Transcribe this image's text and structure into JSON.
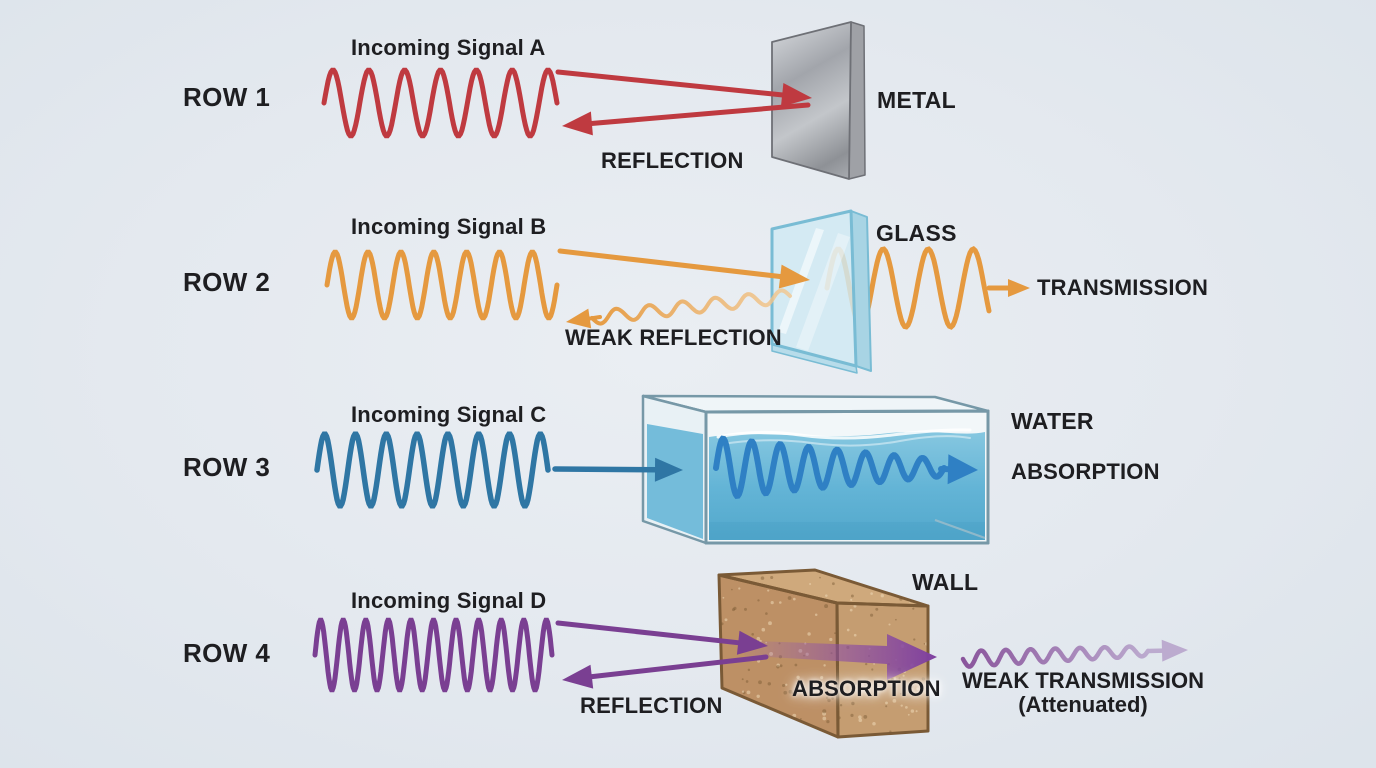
{
  "rows": [
    {
      "row_label": "ROW 1",
      "signal_label": "Incoming Signal A",
      "material": "METAL",
      "signal_color": "#bf3a40",
      "wave": {
        "cycles": 6.5,
        "amplitude": 33
      },
      "labels": {
        "reflection": "REFLECTION"
      }
    },
    {
      "row_label": "ROW 2",
      "signal_label": "Incoming Signal B",
      "material": "GLASS",
      "signal_color": "#e5993f",
      "wave": {
        "cycles": 7,
        "amplitude": 33
      },
      "labels": {
        "weak_reflection": "WEAK REFLECTION",
        "transmission": "TRANSMISSION"
      }
    },
    {
      "row_label": "ROW 3",
      "signal_label": "Incoming Signal C",
      "material": "WATER",
      "signal_color": "#2f76a4",
      "wave": {
        "cycles": 7.5,
        "amplitude": 36
      },
      "labels": {
        "absorption": "ABSORPTION"
      }
    },
    {
      "row_label": "ROW 4",
      "signal_label": "Incoming Signal D",
      "material": "WALL",
      "signal_color": "#7a3f92",
      "wave": {
        "cycles": 10.5,
        "amplitude": 35
      },
      "labels": {
        "reflection": "REFLECTION",
        "absorption": "ABSORPTION",
        "weak_transmission": "WEAK TRANSMISSION",
        "attenuated": "(Attenuated)"
      }
    }
  ],
  "colors": {
    "background": "#e4e9ef",
    "text": "#1e1e21",
    "metal_light": "#d2d5d9",
    "metal_mid": "#a2a5ab",
    "metal_dark": "#8e9196",
    "metal_edge": "#6e7076",
    "glass_fill": "#cfe9f3",
    "glass_edge": "#79bcd4",
    "glass_thickness": "#a8d4e4",
    "tank_frame": "#7698a7",
    "tank_glass": "#f2f7f9",
    "water_top": "#86c7e0",
    "water_bottom": "#51a7cb",
    "water_side": "#74bcda",
    "water_wave": "#2f80c4",
    "wall_front": "#bd9065",
    "wall_top": "#cfa97c",
    "wall_side": "#c59d71",
    "wall_outline": "#7a5a36",
    "absorb_arrow": "#7e3f9f",
    "weak_transmission_light": "#bcabcf",
    "weak_transmission_dark": "#8a559c",
    "weak_reflection_light": "#f2c891"
  }
}
